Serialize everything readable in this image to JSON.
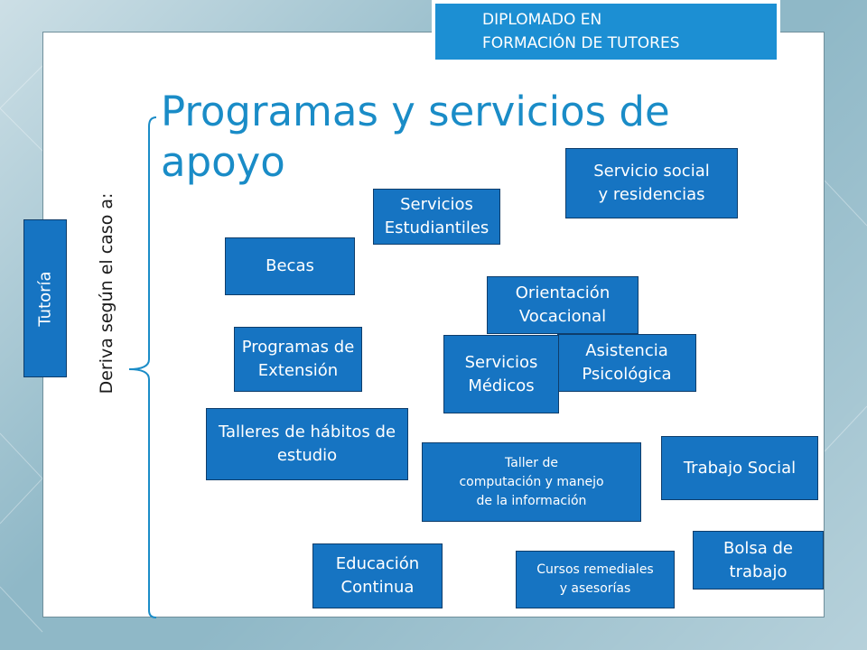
{
  "header": {
    "line1": "DIPLOMADO EN",
    "line2": "FORMACIÓN DE TUTORES"
  },
  "title": {
    "line1": "Programas y servicios de",
    "line2": "apoyo"
  },
  "side": {
    "tutoria": "Tutoría",
    "deriva": "Deriva según el caso a:"
  },
  "boxes": {
    "servicio_social": [
      "Servicio social",
      "y residencias"
    ],
    "servicios_estudiantiles": [
      "Servicios",
      "Estudiantiles"
    ],
    "becas": [
      "Becas"
    ],
    "orientacion": [
      "Orientación",
      "Vocacional"
    ],
    "programas_extension": [
      "Programas de",
      "Extensión"
    ],
    "servicios_medicos": [
      "Servicios",
      "Médicos"
    ],
    "asistencia": [
      "Asistencia",
      "Psicológica"
    ],
    "talleres": [
      "Talleres de hábitos de",
      "estudio"
    ],
    "taller_computacion": [
      "Taller de",
      "computación y manejo",
      "de la información"
    ],
    "trabajo_social": [
      "Trabajo Social"
    ],
    "educacion_continua": [
      "Educación",
      "Continua"
    ],
    "cursos_remediales": [
      "Cursos remediales",
      "y asesorías"
    ],
    "bolsa_trabajo": [
      "Bolsa de",
      "trabajo"
    ]
  },
  "colors": {
    "box_fill": "#1674c2",
    "header_fill": "#1c8fd3",
    "title": "#1a8cc7"
  }
}
